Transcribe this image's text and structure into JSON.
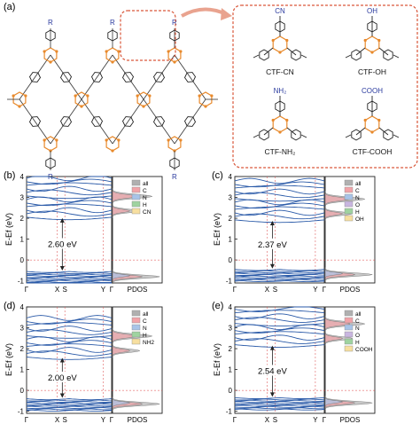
{
  "panel_a": {
    "label": "(a)",
    "frame_r": "R",
    "molecules": [
      {
        "name": "CTF-CN",
        "group": "CN"
      },
      {
        "name": "CTF-OH",
        "group": "OH"
      },
      {
        "name": "CTF-NH₂",
        "group": "NH₂"
      },
      {
        "name": "CTF-COOH",
        "group": "COOH"
      }
    ]
  },
  "axis": {
    "ylabel": "E-Ef (eV)",
    "ylabel_main": "E-E",
    "ylabel_sub": "f",
    "ylabel_unit": " (eV)",
    "yticks": [
      "4",
      "3",
      "2",
      "1",
      "0",
      "-1"
    ],
    "kpoints": [
      "Γ",
      "X",
      "S",
      "Y",
      "Γ"
    ],
    "pdos_label": "PDOS"
  },
  "colors": {
    "band": "#2a5aa8",
    "triazine": "#e8892b",
    "r_group": "#2a3a9e",
    "fermi": "#e04040",
    "all": "#b0b0b0",
    "C": "#f2a3a8",
    "N": "#a8c4e8",
    "H": "#9fd3a0",
    "O": "#c9b6e0",
    "X": "#f7dfa0"
  },
  "chart_data": [
    {
      "type": "line",
      "panel": "(b)",
      "gap_label": "2.60 eV",
      "gap": 2.6,
      "vbm": -0.55,
      "cbm": 2.05,
      "ylim": [
        -1.1,
        4
      ],
      "legend": [
        "all",
        "C",
        "N",
        "H",
        "CN"
      ]
    },
    {
      "type": "line",
      "panel": "(c)",
      "gap_label": "2.37 eV",
      "gap": 2.37,
      "vbm": -0.45,
      "cbm": 1.92,
      "ylim": [
        -1.1,
        4
      ],
      "legend": [
        "all",
        "C",
        "N",
        "O",
        "H",
        "OH"
      ]
    },
    {
      "type": "line",
      "panel": "(d)",
      "gap_label": "2.00 eV",
      "gap": 2.0,
      "vbm": -0.4,
      "cbm": 1.6,
      "ylim": [
        -1.1,
        4
      ],
      "legend": [
        "all",
        "C",
        "N",
        "H",
        "NH2"
      ]
    },
    {
      "type": "line",
      "panel": "(e)",
      "gap_label": "2.54 eV",
      "gap": 2.54,
      "vbm": -0.35,
      "cbm": 2.19,
      "ylim": [
        -1.1,
        4
      ],
      "legend": [
        "all",
        "C",
        "N",
        "O",
        "H",
        "COOH"
      ]
    }
  ]
}
